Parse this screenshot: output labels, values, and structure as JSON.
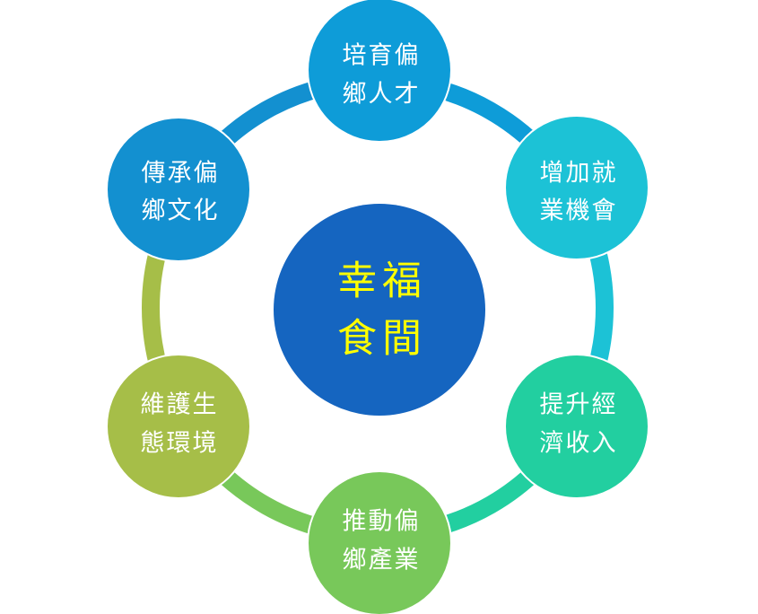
{
  "center": {
    "line1": "幸福",
    "line2": "食間",
    "fill": "#1565C0",
    "text_color": "#FFFF00"
  },
  "nodes": [
    {
      "id": "top",
      "line1": "培育偏",
      "line2": "鄉人才",
      "fill": "#0E9CD8"
    },
    {
      "id": "upper-right",
      "line1": "增加就",
      "line2": "業機會",
      "fill": "#1CC2D6"
    },
    {
      "id": "lower-right",
      "line1": "提升經",
      "line2": "濟收入",
      "fill": "#22CFA0"
    },
    {
      "id": "bottom",
      "line1": "推動偏",
      "line2": "鄉產業",
      "fill": "#78C85A"
    },
    {
      "id": "lower-left",
      "line1": "維護生",
      "line2": "態環境",
      "fill": "#A6BE48"
    },
    {
      "id": "upper-left",
      "line1": "傳承偏",
      "line2": "鄉文化",
      "fill": "#1390D0"
    }
  ],
  "ring": {
    "segments": [
      {
        "from": "top",
        "to": "upper-right",
        "color": "#0E9CD8"
      },
      {
        "from": "upper-right",
        "to": "lower-right",
        "color": "#1CC2D6"
      },
      {
        "from": "lower-right",
        "to": "bottom",
        "color": "#22CFA0"
      },
      {
        "from": "bottom",
        "to": "lower-left",
        "color": "#78C85A"
      },
      {
        "from": "lower-left",
        "to": "upper-left",
        "color": "#A6BE48"
      },
      {
        "from": "upper-left",
        "to": "top",
        "color": "#1390D0"
      }
    ]
  }
}
